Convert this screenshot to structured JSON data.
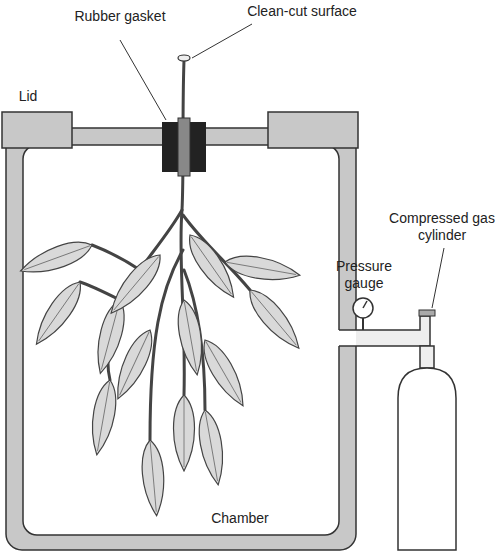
{
  "diagram": {
    "labels": [
      "Clean-cut surface",
      "Rubber gasket",
      "Lid",
      "Compressed gas cylinder",
      "Pressure gauge",
      "Chamber"
    ]
  }
}
